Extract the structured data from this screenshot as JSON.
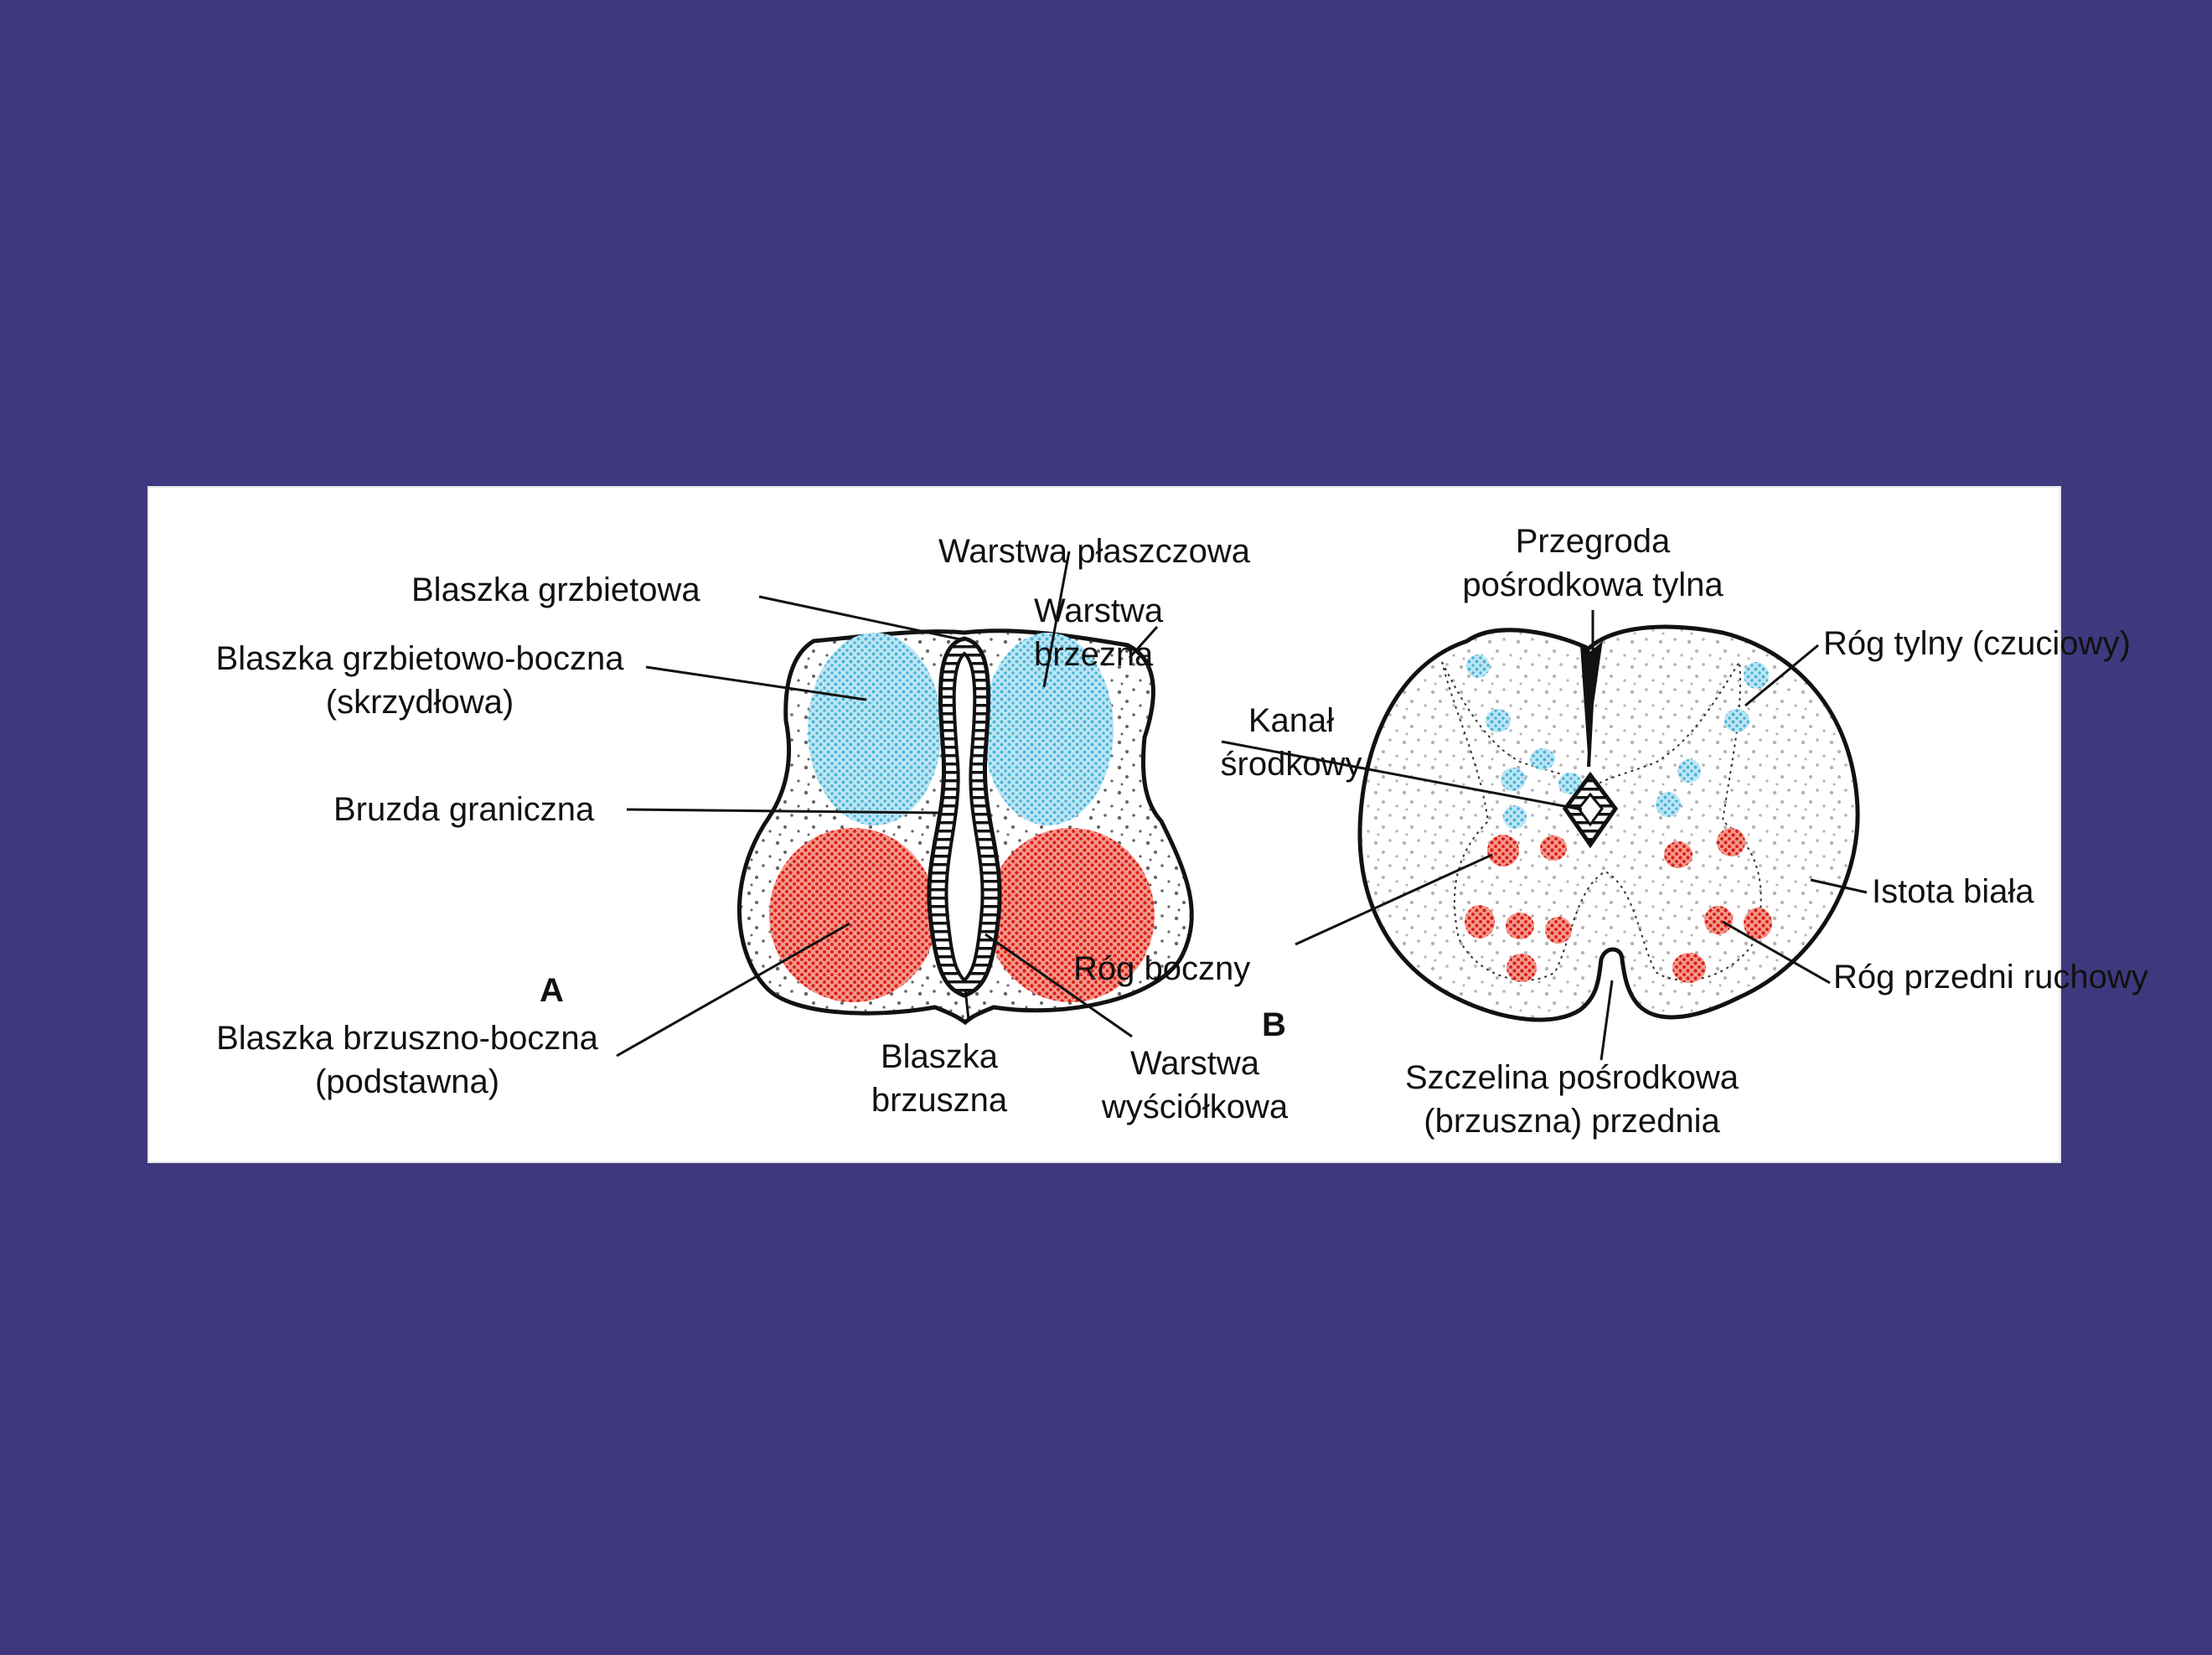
{
  "colors": {
    "background": "#3f387e",
    "panel": "#ffffff",
    "alar_plate": "#7ecde6",
    "basal_plate": "#e8281e",
    "outline": "#111111"
  },
  "diagram_a": {
    "letter": "A",
    "labels": {
      "warstwa_plaszczowa": "Warstwa płaszczowa",
      "blaszka_grzbietowa": "Blaszka grzbietowa",
      "warstwa_brzezna_1": "Warstwa",
      "warstwa_brzezna_2": "brzeżna",
      "blaszka_grzbietowo_boczna_1": "Blaszka grzbietowo-boczna",
      "blaszka_grzbietowo_boczna_2": "(skrzydłowa)",
      "bruzda_graniczna": "Bruzda graniczna",
      "blaszka_brzuszno_boczna_1": "Blaszka brzuszno-boczna",
      "blaszka_brzuszno_boczna_2": "(podstawna)",
      "blaszka_brzuszna_1": "Blaszka",
      "blaszka_brzuszna_2": "brzuszna",
      "warstwa_wysciolkowa_1": "Warstwa",
      "warstwa_wysciolkowa_2": "wyściółkowa"
    }
  },
  "diagram_b": {
    "letter": "B",
    "labels": {
      "przegroda_1": "Przegroda",
      "przegroda_2": "pośrodkowa tylna",
      "rog_tylny": "Róg tylny (czuciowy)",
      "kanal_1": "Kanał",
      "kanal_2": "środkowy",
      "istota_biala": "Istota biała",
      "rog_boczny": "Róg boczny",
      "rog_przedni": "Róg przedni ruchowy",
      "szczelina_1": "Szczelina pośrodkowa",
      "szczelina_2": "(brzuszna) przednia"
    }
  }
}
